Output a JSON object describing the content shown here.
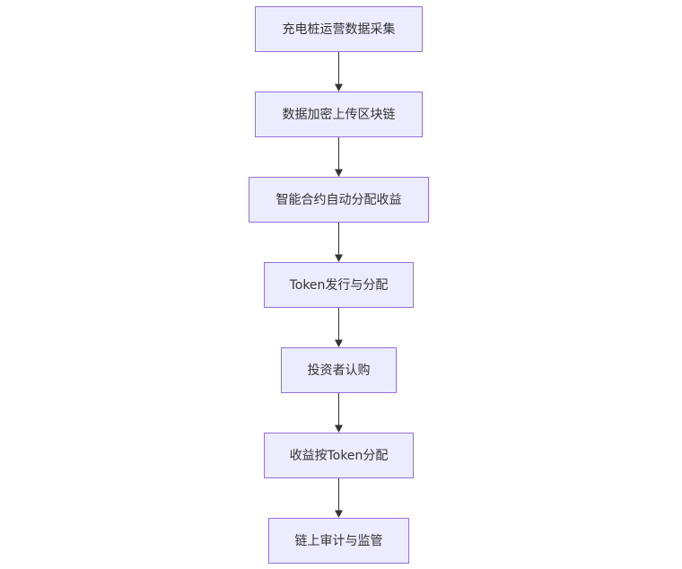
{
  "diagram": {
    "type": "flowchart",
    "direction": "top-to-bottom",
    "colors": {
      "node_fill": "#ECECFF",
      "node_border": "#9370DB",
      "text": "#333333",
      "edge": "#333333"
    },
    "nodes": [
      {
        "id": "n1",
        "label": "充电桩运营数据采集"
      },
      {
        "id": "n2",
        "label": "数据加密上传区块链"
      },
      {
        "id": "n3",
        "label": "智能合约自动分配收益"
      },
      {
        "id": "n4",
        "label": "Token发行与分配"
      },
      {
        "id": "n5",
        "label": "投资者认购"
      },
      {
        "id": "n6",
        "label": "收益按Token分配"
      },
      {
        "id": "n7",
        "label": "链上审计与监管"
      }
    ],
    "edges": [
      {
        "from": "n1",
        "to": "n2"
      },
      {
        "from": "n2",
        "to": "n3"
      },
      {
        "from": "n3",
        "to": "n4"
      },
      {
        "from": "n4",
        "to": "n5"
      },
      {
        "from": "n5",
        "to": "n6"
      },
      {
        "from": "n6",
        "to": "n7"
      }
    ]
  }
}
